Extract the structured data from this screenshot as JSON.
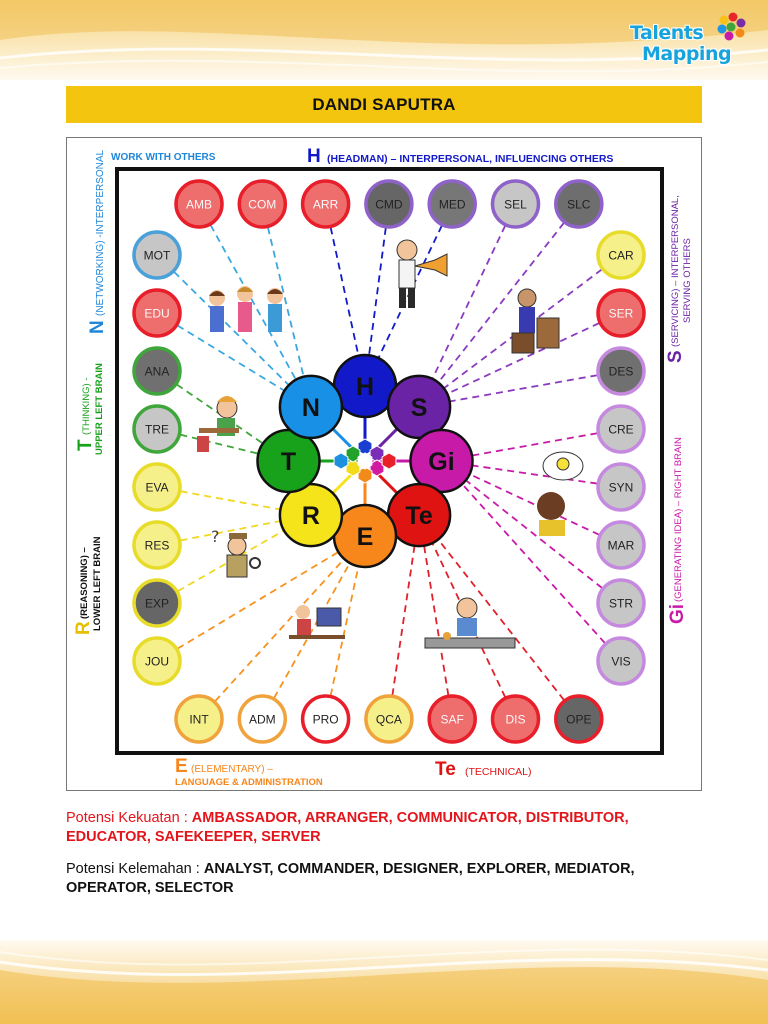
{
  "header": {
    "logo_line1": "Talents",
    "logo_line2": "Mapping"
  },
  "person_name": "DANDI SAPUTRA",
  "map": {
    "labels": {
      "work_with_others": "WORK WITH OTHERS",
      "headman_letter": "H",
      "headman": "(HEADMAN) – INTERPERSONAL, INFLUENCING OTHERS",
      "networking_letter": "N",
      "networking": "(NETWORKING) -INTERPERSONAL",
      "thinking_letter": "T",
      "thinking_1": "(THINKING) -",
      "thinking_2": "UPPER LEFT BRAIN",
      "reasoning_letter": "R",
      "reasoning_1": "(REASONING) –",
      "reasoning_2": "LOWER LEFT BRAIN",
      "elementary_letter": "E",
      "elementary_1": "(ELEMENTARY) –",
      "elementary_2": "LANGUAGE & ADMINISTRATION",
      "technical_letter": "Te",
      "technical": "(TECHNICAL)",
      "servicing_letter": "S",
      "servicing_1": "(SERVICING) – INTERPERSONAL,",
      "servicing_2": "SERVING OTHERS",
      "generating_letter": "Gi",
      "generating": "(GENERATING IDEA) – RIGHT BRAIN"
    },
    "clusters": [
      {
        "label": "H",
        "color": "#1219c8"
      },
      {
        "label": "S",
        "color": "#6b23a5"
      },
      {
        "label": "Gi",
        "color": "#c81aa8"
      },
      {
        "label": "Te",
        "color": "#e01313"
      },
      {
        "label": "E",
        "color": "#f7861b"
      },
      {
        "label": "R",
        "color": "#f5e41a"
      },
      {
        "label": "T",
        "color": "#18a21b"
      },
      {
        "label": "N",
        "color": "#1890e5"
      }
    ],
    "top_row": [
      {
        "code": "AMB",
        "fill": "#ee6e6e",
        "ring": "#e81e2a"
      },
      {
        "code": "COM",
        "fill": "#ee6e6e",
        "ring": "#e81e2a"
      },
      {
        "code": "ARR",
        "fill": "#ee6e6e",
        "ring": "#e81e2a"
      },
      {
        "code": "CMD",
        "fill": "#666666",
        "ring": "#8f62c9"
      },
      {
        "code": "MED",
        "fill": "#777777",
        "ring": "#8f62c9"
      },
      {
        "code": "SEL",
        "fill": "#c6c6c6",
        "ring": "#8f62c9"
      },
      {
        "code": "SLC",
        "fill": "#6e6e6e",
        "ring": "#8f62c9"
      }
    ],
    "left_col": [
      {
        "code": "MOT",
        "fill": "#c6c6c6",
        "ring": "#4aa0d8"
      },
      {
        "code": "EDU",
        "fill": "#ee6e6e",
        "ring": "#e81e2a"
      },
      {
        "code": "ANA",
        "fill": "#707070",
        "ring": "#3fa63b"
      },
      {
        "code": "TRE",
        "fill": "#c6c6c6",
        "ring": "#3fa63b"
      },
      {
        "code": "EVA",
        "fill": "#f6f08a",
        "ring": "#e8dc2a"
      },
      {
        "code": "RES",
        "fill": "#f6f08a",
        "ring": "#e8dc2a"
      },
      {
        "code": "EXP",
        "fill": "#666666",
        "ring": "#e8dc2a"
      },
      {
        "code": "JOU",
        "fill": "#f6f08a",
        "ring": "#e8dc2a"
      }
    ],
    "right_col": [
      {
        "code": "CAR",
        "fill": "#f6f08a",
        "ring": "#e8dc2a"
      },
      {
        "code": "SER",
        "fill": "#ee6e6e",
        "ring": "#e81e2a"
      },
      {
        "code": "DES",
        "fill": "#707070",
        "ring": "#c58ae0"
      },
      {
        "code": "CRE",
        "fill": "#c6c6c6",
        "ring": "#c58ae0"
      },
      {
        "code": "SYN",
        "fill": "#c6c6c6",
        "ring": "#c58ae0"
      },
      {
        "code": "MAR",
        "fill": "#c6c6c6",
        "ring": "#c58ae0"
      },
      {
        "code": "STR",
        "fill": "#c6c6c6",
        "ring": "#c58ae0"
      },
      {
        "code": "VIS",
        "fill": "#c6c6c6",
        "ring": "#c58ae0"
      }
    ],
    "bottom_row": [
      {
        "code": "INT",
        "fill": "#f6f08a",
        "ring": "#f0a33c"
      },
      {
        "code": "ADM",
        "fill": "#ffffff",
        "ring": "#f0a33c"
      },
      {
        "code": "PRO",
        "fill": "#ffffff",
        "ring": "#e81e2a"
      },
      {
        "code": "QCA",
        "fill": "#f6f08a",
        "ring": "#f0a33c"
      },
      {
        "code": "SAF",
        "fill": "#ee6e6e",
        "ring": "#e81e2a"
      },
      {
        "code": "DIS",
        "fill": "#ee6e6e",
        "ring": "#e81e2a"
      },
      {
        "code": "OPE",
        "fill": "#666666",
        "ring": "#e81e2a"
      }
    ]
  },
  "potensi": {
    "strength_label": "Potensi Kekuatan :",
    "strength_value": "AMBASSADOR, ARRANGER, COMMUNICATOR, DISTRIBUTOR, EDUCATOR, SAFEKEEPER, SERVER",
    "weakness_label": "Potensi Kelemahan :",
    "weakness_value": "ANALYST, COMMANDER, DESIGNER, EXPLORER, MEDIATOR, OPERATOR, SELECTOR"
  }
}
